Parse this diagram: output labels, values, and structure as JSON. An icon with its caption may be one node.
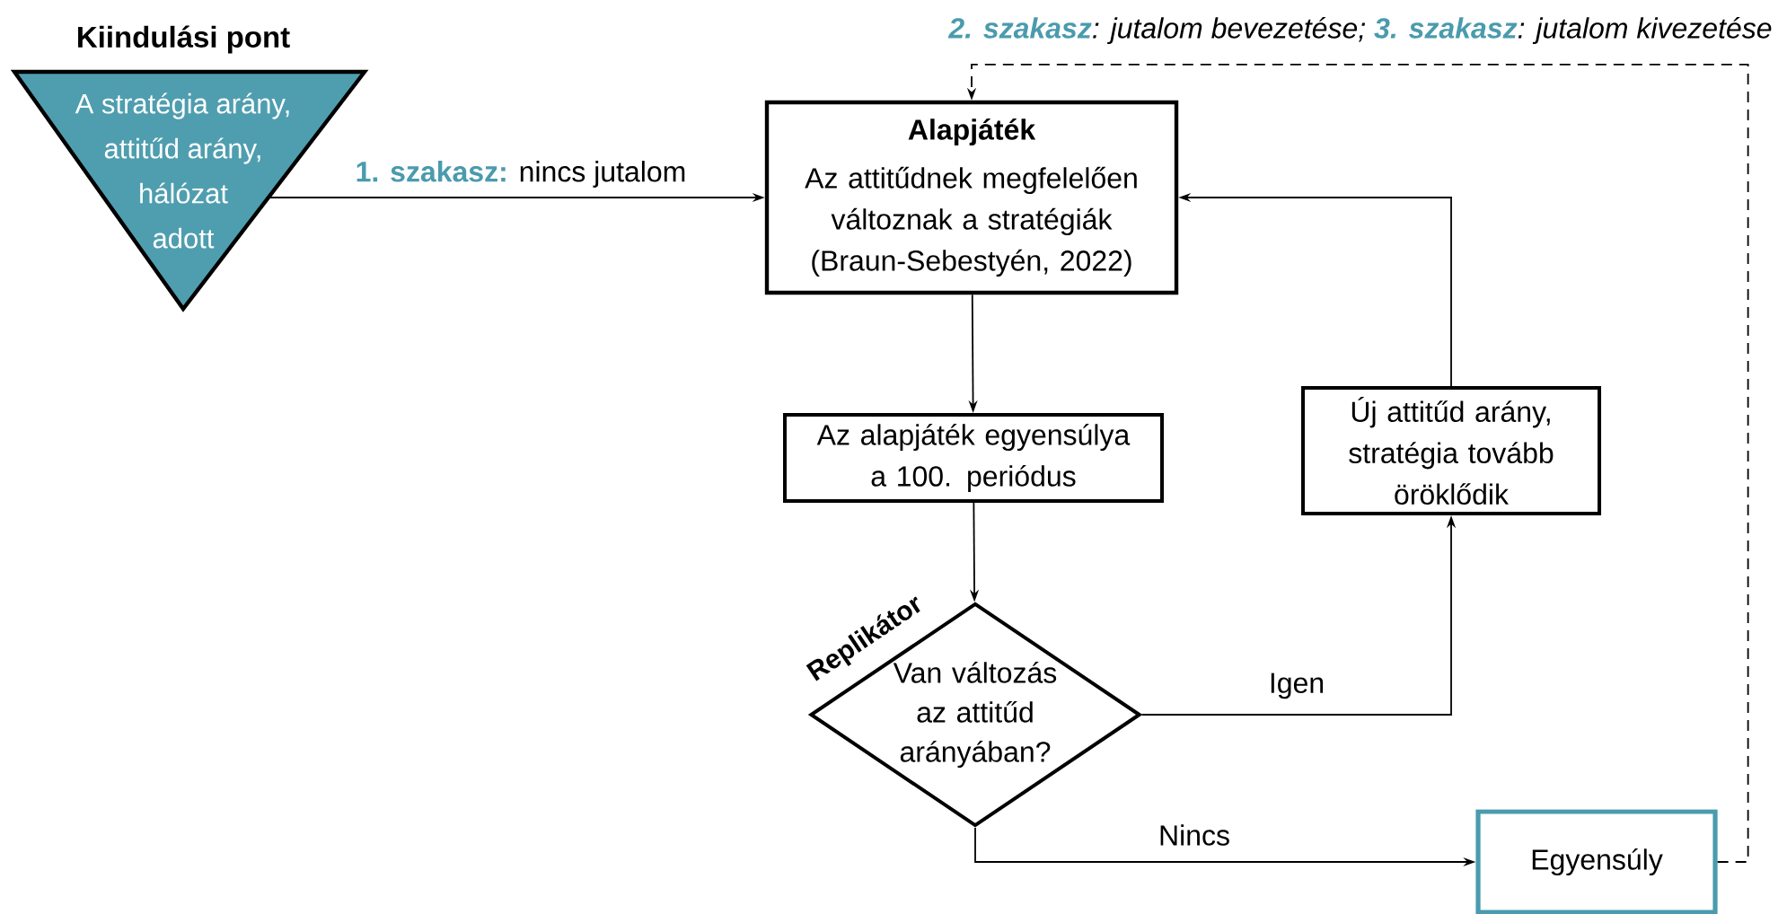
{
  "diagram": {
    "nodes": [
      {
        "text": [
          "Kiindulási pont",
          "A stratégia arány, attitűd arány, hálózat adott"
        ]
      },
      {
        "text": [
          "Alapjáték",
          "Az attitűdnek megfelelően változnak a stratégiák (Braun-Sebestyén, 2022)"
        ]
      },
      {
        "text": [
          "Az alapjáték egyensúlya a 100. periódus"
        ]
      },
      {
        "text": [
          "Új attitűd arány, stratégia tovább öröklődik"
        ]
      },
      {
        "text": [
          "Replikátor",
          "Van változás az attitűd arányában?"
        ]
      },
      {
        "text": [
          "Egyensúly"
        ]
      }
    ],
    "edges": [
      {
        "from": 0,
        "to": 1,
        "arrow": "to",
        "label": "**1. szakasz:** nincs jutalom"
      },
      {
        "from": 1,
        "to": 2,
        "arrow": "to"
      },
      {
        "from": 2,
        "to": 4,
        "arrow": "to"
      },
      {
        "from": 4,
        "to": 3,
        "arrow": "to",
        "label": "Igen"
      },
      {
        "from": 3,
        "to": 1,
        "arrow": "to"
      },
      {
        "from": 4,
        "to": 5,
        "arrow": "to",
        "label": "Nincs"
      },
      {
        "from": 5,
        "to": 1,
        "arrow": "to",
        "style": "dashed",
        "label": "**2. szakasz**: jutalom bevezetése; **3. szakasz**: jutalom kivezetése"
      }
    ]
  }
}
